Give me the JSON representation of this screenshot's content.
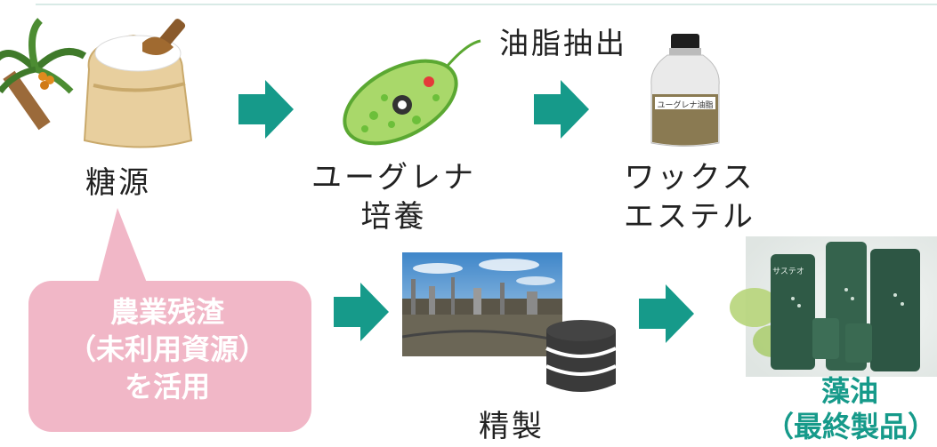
{
  "labels": {
    "sugar_source": "糖源",
    "euglena_line1": "ユーグレナ",
    "euglena_line2": "培養",
    "oil_extraction": "油脂抽出",
    "wax_line1": "ワックス",
    "wax_line2": "エステル",
    "refining": "精製"
  },
  "callout": {
    "line1": "農業残渣",
    "line2": "（未利用資源）",
    "line3": "を活用"
  },
  "final_product": {
    "line1": "藻油",
    "line2": "（最終製品）"
  },
  "bottle_label": "ユーグレナ油脂",
  "product_label": "サステオ",
  "colors": {
    "arrow": "#169a8a",
    "callout": "#f1b7c7",
    "final_text": "#169a8a",
    "cylinder": "#3a3a3a"
  },
  "icons": [
    "palm-tree-icon",
    "sugar-sack-icon",
    "euglena-cell-icon",
    "oil-bottle-icon",
    "refinery-photo-icon",
    "database-cylinder-icon",
    "product-cans-icon"
  ]
}
